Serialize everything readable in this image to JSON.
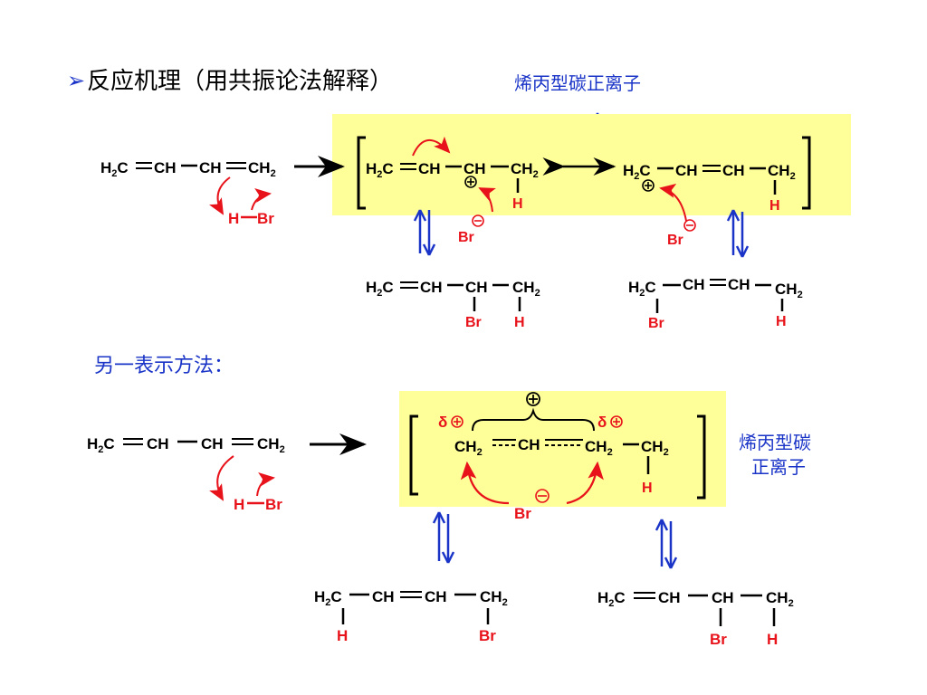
{
  "title": "反应机理（用共振论法解释）",
  "title_bullet": "➢",
  "section2_title": "另一表示方法：",
  "label_allyl_top": "烯丙型碳正离子",
  "label_allyl_bottom_line1": "烯丙型碳",
  "label_allyl_bottom_line2": "正离子",
  "top": {
    "reactant": {
      "a": "H",
      "b": "C",
      "c": "CH",
      "d": "CH",
      "e": "CH",
      "reagent_h": "H",
      "reagent_br": "Br"
    },
    "res1": {
      "a": "H",
      "b": "C",
      "c": "CH",
      "d": "CH",
      "e": "CH",
      "h": "H"
    },
    "res2": {
      "a": "H",
      "b": "C",
      "c": "CH",
      "d": "CH",
      "e": "CH",
      "h": "H"
    },
    "br1": "Br",
    "br2": "Br",
    "prod1": {
      "a": "H",
      "b": "C",
      "c": "CH",
      "d": "CH",
      "e": "CH",
      "br": "Br",
      "h": "H"
    },
    "prod2": {
      "a": "H",
      "b": "C",
      "c": "CH",
      "d": "CH",
      "e": "CH",
      "br": "Br",
      "h": "H"
    }
  },
  "bottom": {
    "reactant": {
      "a": "H",
      "b": "C",
      "c": "CH",
      "d": "CH",
      "e": "CH",
      "reagent_h": "H",
      "reagent_br": "Br"
    },
    "delocal": {
      "a": "CH",
      "b": "CH",
      "c": "CH",
      "d": "CH",
      "h": "H",
      "delta": "δ",
      "br": "Br"
    },
    "prod1": {
      "a": "H",
      "b": "C",
      "c": "CH",
      "d": "CH",
      "e": "CH",
      "h": "H",
      "br": "Br"
    },
    "prod2": {
      "a": "H",
      "b": "C",
      "c": "CH",
      "d": "CH",
      "e": "CH",
      "br": "Br",
      "h": "H"
    }
  },
  "colors": {
    "text": "#000000",
    "accent_red": "#e8121a",
    "accent_blue": "#1a34c8",
    "highlight": "#ffff99"
  },
  "subscript": "2"
}
